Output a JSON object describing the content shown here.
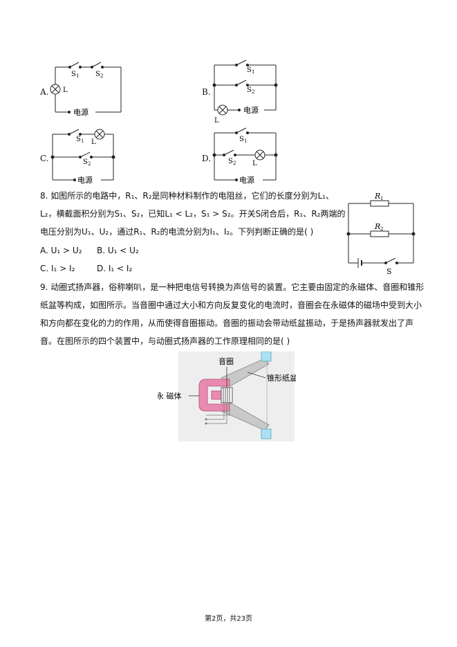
{
  "q7": {
    "options": [
      {
        "letter": "A.",
        "labels": {
          "s1": "S",
          "s1sub": "1",
          "s2": "S",
          "s2sub": "2",
          "lamp": "L",
          "source": "电源"
        }
      },
      {
        "letter": "B.",
        "labels": {
          "s1": "S",
          "s1sub": "1",
          "s2": "S",
          "s2sub": "2",
          "lamp": "L",
          "source": "电源"
        }
      },
      {
        "letter": "C.",
        "labels": {
          "s1": "S",
          "s1sub": "1",
          "s2": "S",
          "s2sub": "2",
          "lamp": "L",
          "source": "电源"
        }
      },
      {
        "letter": "D.",
        "labels": {
          "s1": "S",
          "s1sub": "1",
          "s2": "S",
          "s2sub": "2",
          "lamp": "L",
          "source": "电源"
        }
      }
    ]
  },
  "q8": {
    "lines": [
      "8. 如图所示的电路中，R₁、R₂是同种材料制作的电阻丝，它们的长度分别为L₁、",
      "L₂，横截面积分别为S₁、S₂，已知L₁ < L₂，S₁ > S₂。开关S闭合后，R₁、R₂两端的",
      "电压分别为U₁、U₂，通过R₁、R₂的电流分别为I₁、I₂。下列判断正确的是(    )"
    ],
    "options": [
      "A. U₁ > U₂",
      "B. U₁ < U₂",
      "C. I₁ > I₂",
      "D. I₁ < I₂"
    ],
    "figure": {
      "r1": "R",
      "r1sub": "1",
      "r2": "R",
      "r2sub": "2",
      "switch": "S"
    }
  },
  "q9": {
    "lines": [
      "9. 动圈式扬声器，俗称喇叭，是一种把电信号转换为声信号的装置。它主要由固定的永磁体、音圈和锥形",
      "纸盆等构成，如图所示。当音圈中通过大小和方向反复变化的电流时，音圈会在永磁体的磁场中受到大小",
      "和方向都在变化的力的作用，从而使得音圈振动。音圈的振动会带动纸盆振动，于是扬声器就发出了声",
      "音。在图所示的四个装置中，与动圈式扬声器的工作原理相同的是(    )"
    ],
    "figure": {
      "coil": "音圈",
      "cone": "锥形纸盆",
      "magnet": "永 磁体"
    }
  },
  "footer": "第2页，共23页"
}
